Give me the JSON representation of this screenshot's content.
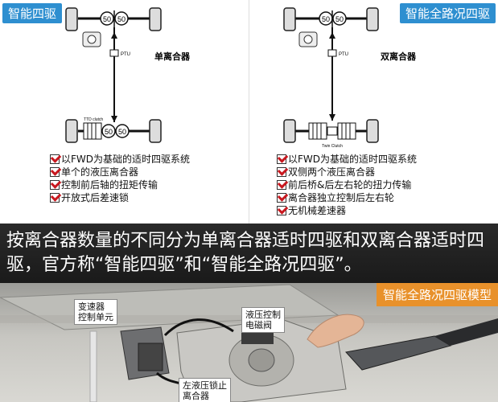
{
  "left": {
    "tag": "智能四驱",
    "diagram": {
      "front_left": "50",
      "front_right": "50",
      "rear_left": "50",
      "rear_right": "50",
      "ptu_label": "PTU",
      "clutch_label": "TTD clutch",
      "title": "单离合器"
    },
    "bullets": [
      "以FWD为基础的适时四驱系统",
      "单个的液压离合器",
      "控制前后轴的扭矩传输",
      "开放式后差速锁"
    ]
  },
  "right": {
    "tag": "智能全路况四驱",
    "diagram": {
      "front_left": "50",
      "front_right": "50",
      "ptu_label": "PTU",
      "clutch_label": "Twin Clutch",
      "title": "双离合器"
    },
    "bullets": [
      "以FWD为基础的适时四驱系统",
      "双侧两个液压离合器",
      "前后桥&后左右轮的扭力传输",
      "离合器独立控制后左右轮",
      "无机械差速器"
    ]
  },
  "caption": "按离合器数量的不同分为单离合器适时四驱和双离合器适时四驱，官方称“智能四驱”和“智能全路况四驱”。",
  "photo": {
    "tag": "智能全路况四驱模型",
    "callouts": {
      "transmission_ecu": "变速器\n控制单元",
      "solenoid": "液压控制\n电磁阀",
      "left_lock_clutch": "左液压锁止\n离合器"
    }
  }
}
